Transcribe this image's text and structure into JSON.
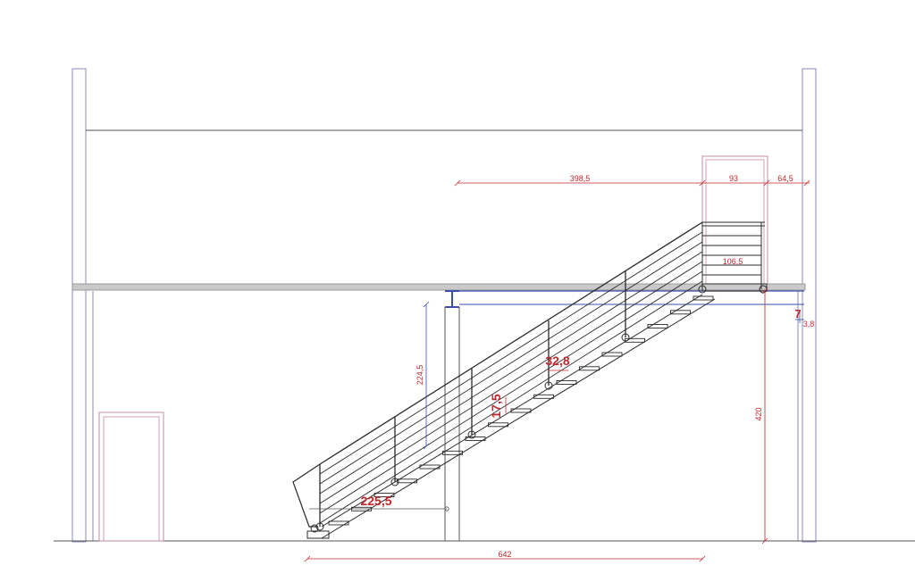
{
  "colors": {
    "structure": "#8a8ab8",
    "steel": "#2b2b2b",
    "dimension": "#c0282d",
    "door": "#c48aa6",
    "beam": "#3a4fb0",
    "slab": "#c9c9c9",
    "ground": "#555555"
  },
  "dimensions": {
    "total_run": "642",
    "landing_offset": "398,5",
    "landing_width": "93",
    "wall_gap": "64,5",
    "landing_rail_length": "106,5",
    "floor_height": "420",
    "beam_clearance": "224,5",
    "slab_thickness": "7",
    "small_offset": "3,8",
    "tread_depth": "32,8",
    "riser_height": "17,5",
    "bottom_rail_offset": "225,5"
  }
}
